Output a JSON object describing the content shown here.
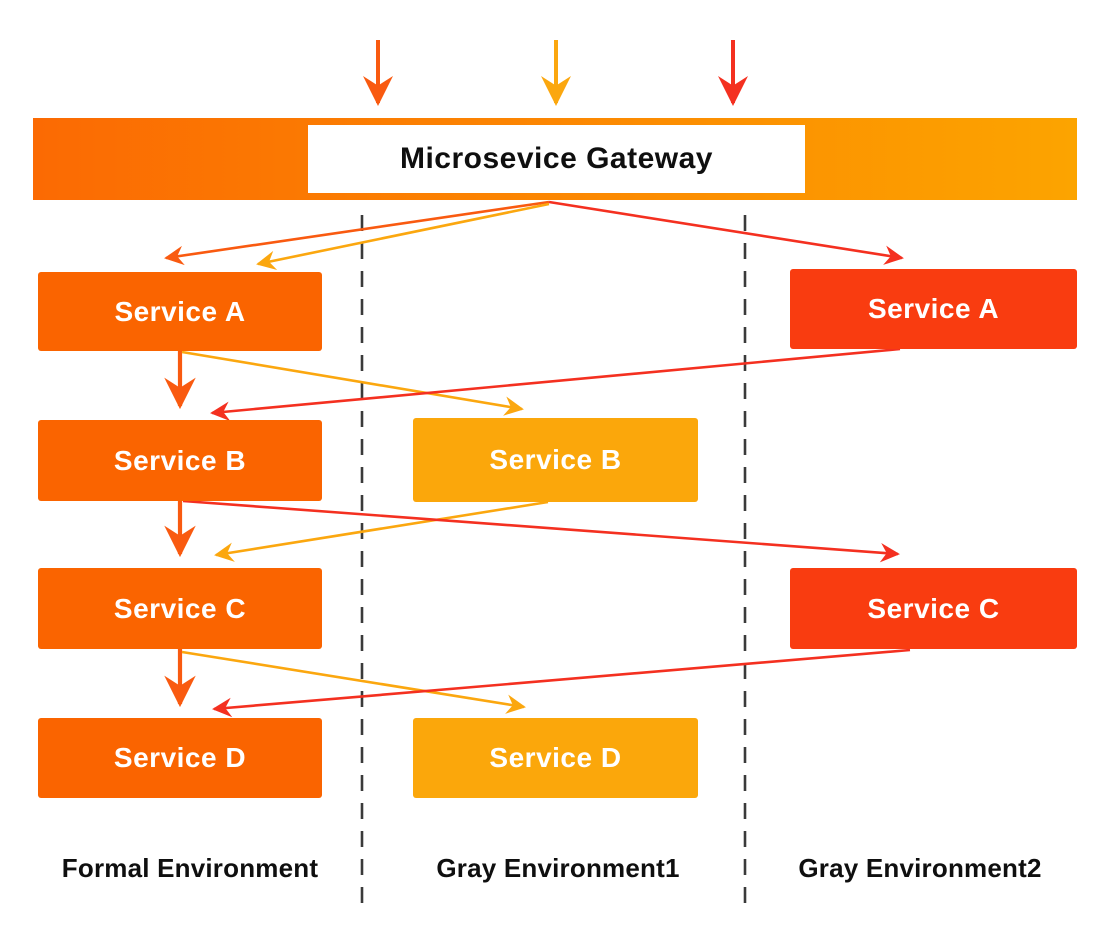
{
  "gateway": {
    "label": "Microsevice Gateway"
  },
  "environments": [
    {
      "name": "Formal Environment",
      "services": [
        "Service A",
        "Service B",
        "Service C",
        "Service D"
      ]
    },
    {
      "name": "Gray Environment1",
      "services": [
        "Service B",
        "Service D"
      ]
    },
    {
      "name": "Gray Environment2",
      "services": [
        "Service A",
        "Service C"
      ]
    }
  ],
  "colors": {
    "formal": "#FA6400",
    "gray1": "#FBA70B",
    "gray2": "#F93C10",
    "bar_left": "#FB6A03",
    "bar_right": "#FCA400",
    "arrow_formal": "#F95A10",
    "arrow_gray1": "#FBA70F",
    "arrow_gray2": "#F43020",
    "dashed": "#3A3A3A",
    "label_text": "#0F0F0F",
    "box_text": "#FFFFFF"
  },
  "flows": [
    {
      "from": "incoming-traffic-1",
      "to": "gateway",
      "color": "formal"
    },
    {
      "from": "incoming-traffic-2",
      "to": "gateway",
      "color": "gray1"
    },
    {
      "from": "incoming-traffic-3",
      "to": "gateway",
      "color": "gray2"
    },
    {
      "from": "gateway",
      "to": "formal/Service A",
      "color": "formal"
    },
    {
      "from": "gateway",
      "to": "formal/Service A",
      "color": "gray1"
    },
    {
      "from": "gateway",
      "to": "gray2/Service A",
      "color": "gray2"
    },
    {
      "from": "formal/Service A",
      "to": "formal/Service B",
      "color": "formal"
    },
    {
      "from": "formal/Service A",
      "to": "gray1/Service B",
      "color": "gray1"
    },
    {
      "from": "gray2/Service A",
      "to": "formal/Service B",
      "color": "gray2"
    },
    {
      "from": "formal/Service B",
      "to": "formal/Service C",
      "color": "formal"
    },
    {
      "from": "gray1/Service B",
      "to": "formal/Service C",
      "color": "gray1"
    },
    {
      "from": "formal/Service B",
      "to": "gray2/Service C",
      "color": "gray2"
    },
    {
      "from": "formal/Service C",
      "to": "formal/Service D",
      "color": "formal"
    },
    {
      "from": "formal/Service C",
      "to": "gray1/Service D",
      "color": "gray1"
    },
    {
      "from": "gray2/Service C",
      "to": "formal/Service D",
      "color": "gray2"
    }
  ]
}
